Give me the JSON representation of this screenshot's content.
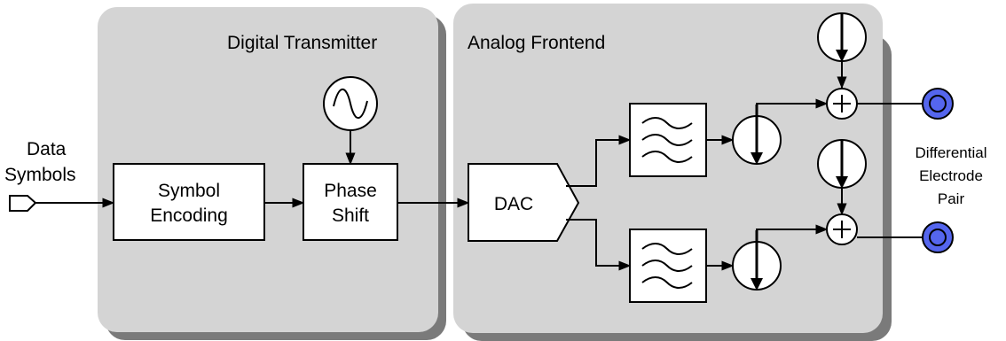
{
  "diagram": {
    "groups": {
      "digital": {
        "title": "Digital Transmitter"
      },
      "analog": {
        "title": "Analog Frontend"
      }
    },
    "input": {
      "label_line1": "Data",
      "label_line2": "Symbols"
    },
    "blocks": {
      "symbol_encoding": {
        "line1": "Symbol",
        "line2": "Encoding"
      },
      "phase_shift": {
        "line1": "Phase",
        "line2": "Shift"
      },
      "dac": {
        "label": "DAC"
      }
    },
    "output": {
      "line1": "Differential",
      "line2": "Electrode",
      "line3": "Pair"
    },
    "colors": {
      "panel": "#d4d4d4",
      "panel_shadow": "#7a7a7a",
      "block": "#ffffff",
      "electrode": "#5566ee",
      "line": "#000000"
    },
    "icons": [
      "oscillator-icon",
      "lowpass-filter-icon",
      "current-source-icon",
      "summing-junction-icon",
      "electrode-icon",
      "input-port-icon"
    ]
  }
}
